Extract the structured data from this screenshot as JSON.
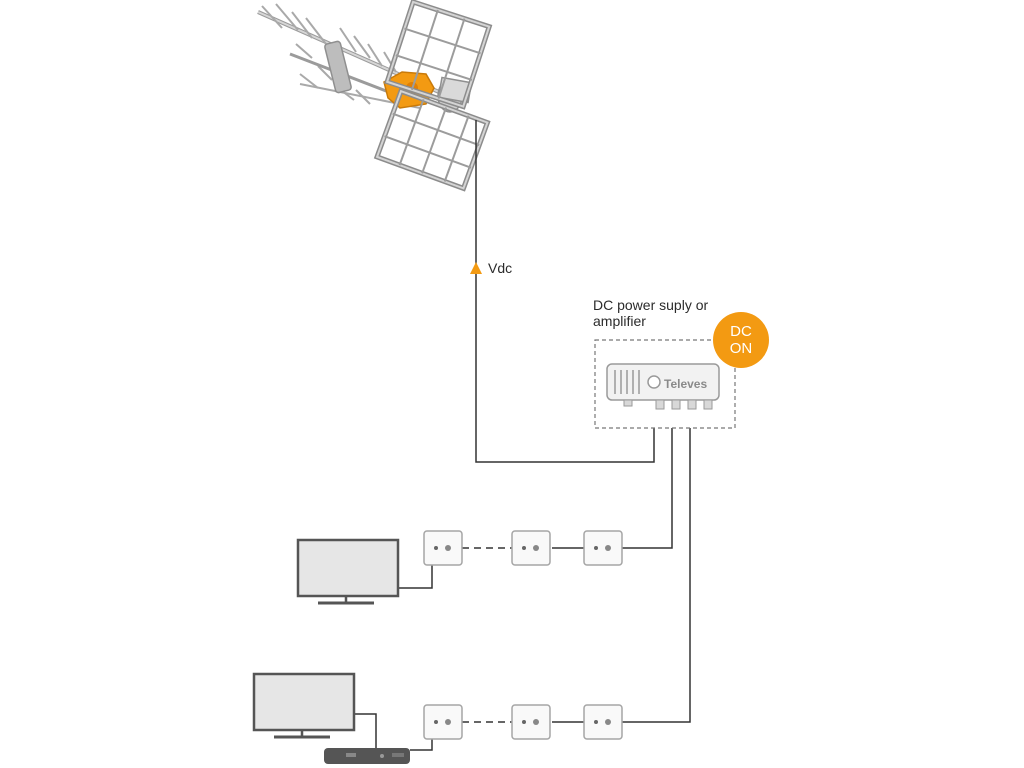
{
  "labels": {
    "vdc": "Vdc",
    "psu_title_line1": "DC power suply or",
    "psu_title_line2": "amplifier",
    "badge_line1": "DC",
    "badge_line2": "ON",
    "brand": "Televes"
  },
  "colors": {
    "accent": "#f39a12",
    "line": "#333333",
    "device_gray": "#e6e6e6",
    "device_outline": "#9a9a9a"
  },
  "icons": {
    "antenna": "antenna-icon",
    "power_supply": "power-supply-icon",
    "wall_outlet": "wall-outlet-icon",
    "tv": "tv-icon",
    "set_top_box": "set-top-box-icon",
    "arrow": "arrow-up-icon"
  }
}
